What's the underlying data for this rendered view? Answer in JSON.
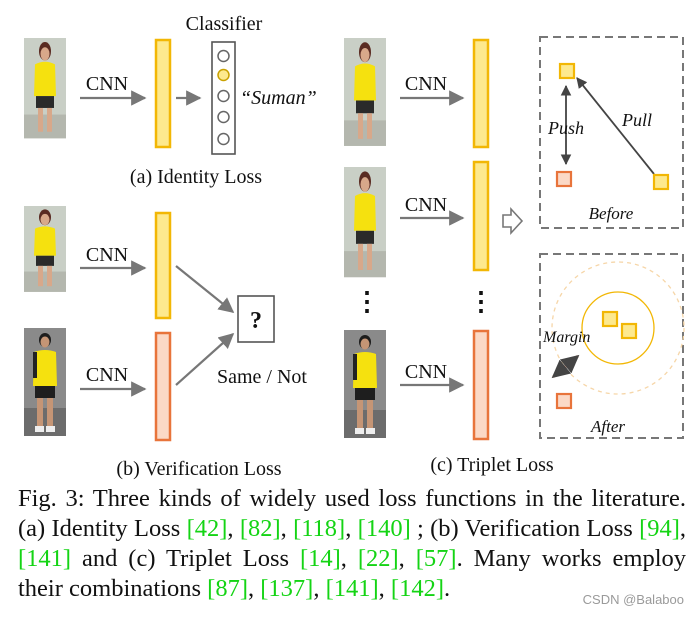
{
  "labels": {
    "cnn": "CNN",
    "classifier": "Classifier",
    "suman": "“Suman”",
    "identity_loss": "(a) Identity Loss",
    "verification_loss": "(b) Verification Loss",
    "triplet_loss": "(c) Triplet Loss",
    "question": "?",
    "same_not": "Same / Not",
    "push": "Push",
    "pull": "Pull",
    "before": "Before",
    "after": "After",
    "margin": "Margin",
    "vdots": "⋮"
  },
  "caption": {
    "fig": "Fig. 3:",
    "t1": " Three kinds of widely used loss functions in the literature. (a) Identity Loss ",
    "r42": "[42]",
    "c1": ", ",
    "r82": "[82]",
    "c2": ", ",
    "r118": "[118]",
    "c3": ", ",
    "r140": "[140]",
    "t2": " ; (b) Verification Loss ",
    "r94": "[94]",
    "c4": ", ",
    "r141a": "[141]",
    "t3": " and (c) Triplet Loss ",
    "r14": "[14]",
    "c5": ", ",
    "r22": "[22]",
    "c6": ", ",
    "r57": "[57]",
    "t4": ". Many works employ their combinations ",
    "r87": "[87]",
    "c7": ", ",
    "r137": "[137]",
    "c8": ", ",
    "r141b": "[141]",
    "c9": ", ",
    "r142": "[142]",
    "t5": "."
  },
  "watermark": "CSDN @Balaboo",
  "colors": {
    "yellow_fill": "#fde98e",
    "yellow_stroke": "#f2b705",
    "orange_fill": "#fbd9c6",
    "orange_stroke": "#e8743b",
    "arrow": "#777777",
    "reference": "#14d414"
  }
}
